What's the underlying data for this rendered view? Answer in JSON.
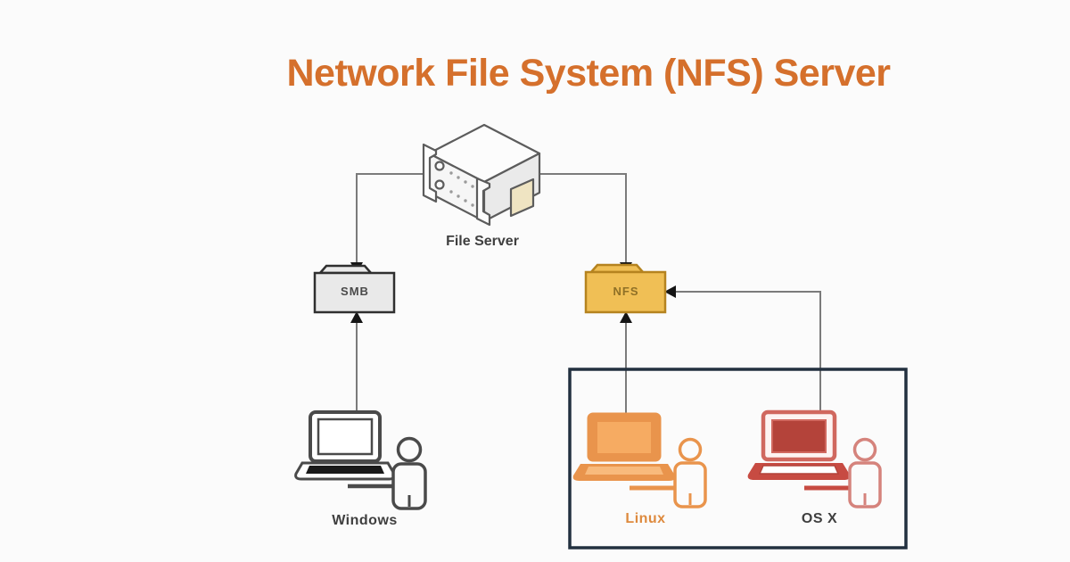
{
  "title": {
    "text": "Network File System (NFS) Server"
  },
  "nodes": {
    "file_server": "File Server",
    "smb": "SMB",
    "nfs": "NFS",
    "windows": "Windows",
    "linux": "Linux",
    "osx": "OS X"
  },
  "colors": {
    "background": "#fbfbfb",
    "title_text": "#d5702c",
    "connector_line": "#7b7b7b",
    "arrowhead": "#151515",
    "smb_fill": "#e9e9e9",
    "smb_border": "#2f2f2f",
    "nfs_fill": "#f0bf55",
    "nfs_border": "#b5831f",
    "nfs_text": "#8f7026",
    "clients_box_border": "#22303f",
    "windows_icon": "#4a4a4a",
    "keyboard_stripe": "#1a1a1a",
    "linux_icon": "#e9944c",
    "linux_screen": "#f6ab62",
    "linux_stripe": "#f8ba7c",
    "osx_frame": "#d0685f",
    "osx_screen": "#b4433a",
    "osx_base": "#c74b42",
    "osx_person": "#d5837c",
    "label_text": "#3f3f3f",
    "linux_label_text": "#de8a3e",
    "server_outline": "#5c5c5c"
  }
}
